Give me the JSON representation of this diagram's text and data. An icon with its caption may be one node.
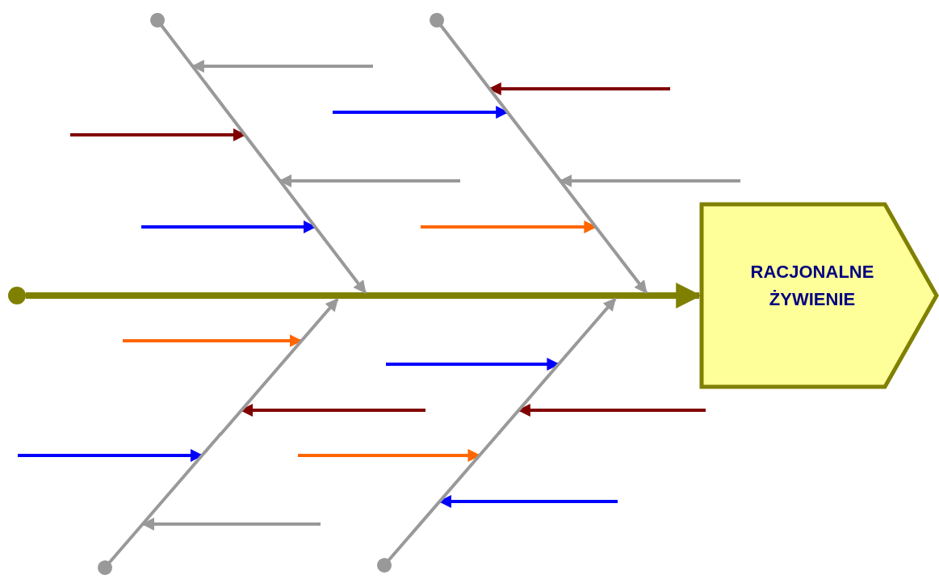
{
  "diagram": {
    "nodes": [
      {
        "text": [
          "RACJONALNE ŻYWIENIE"
        ]
      },
      {
        "text": [],
        "shape": "circle"
      },
      {
        "text": [],
        "shape": "bar"
      },
      {
        "text": [],
        "shape": "bar"
      },
      {
        "text": [],
        "shape": "bar"
      },
      {
        "text": [],
        "shape": "bar"
      },
      {
        "text": [],
        "shape": "bar"
      },
      {
        "text": [],
        "shape": "bar"
      },
      {
        "text": [],
        "shape": "bar"
      },
      {
        "text": [],
        "shape": "bar"
      }
    ],
    "edges": [
      {
        "from": 1,
        "to": 0,
        "arrow": "to",
        "style": "thick",
        "color": "#808000"
      },
      {
        "from": null,
        "to": 2,
        "arrow": "to",
        "color": "#999999"
      },
      {
        "from": null,
        "to": 2,
        "arrow": "to",
        "color": "#800000"
      },
      {
        "from": null,
        "to": 3,
        "arrow": "to",
        "color": "#999999"
      },
      {
        "from": null,
        "to": 3,
        "arrow": "to",
        "color": "#0000ff"
      },
      {
        "from": null,
        "to": 4,
        "arrow": "to",
        "color": "#800000"
      },
      {
        "from": null,
        "to": 4,
        "arrow": "to",
        "color": "#0000ff"
      },
      {
        "from": null,
        "to": 5,
        "arrow": "to",
        "color": "#999999"
      },
      {
        "from": null,
        "to": 5,
        "arrow": "to",
        "color": "#ff6600"
      },
      {
        "from": null,
        "to": 7,
        "arrow": "to",
        "color": "#ff6600"
      },
      {
        "from": null,
        "to": 7,
        "arrow": "to",
        "color": "#800000"
      },
      {
        "from": null,
        "to": 6,
        "arrow": "to",
        "color": "#0000ff"
      },
      {
        "from": null,
        "to": 6,
        "arrow": "to",
        "color": "#999999"
      },
      {
        "from": null,
        "to": 9,
        "arrow": "to",
        "color": "#0000ff"
      },
      {
        "from": null,
        "to": 9,
        "arrow": "to",
        "color": "#800000"
      },
      {
        "from": null,
        "to": 8,
        "arrow": "to",
        "color": "#ff6600"
      },
      {
        "from": null,
        "to": 8,
        "arrow": "to",
        "color": "#0000ff"
      }
    ]
  }
}
